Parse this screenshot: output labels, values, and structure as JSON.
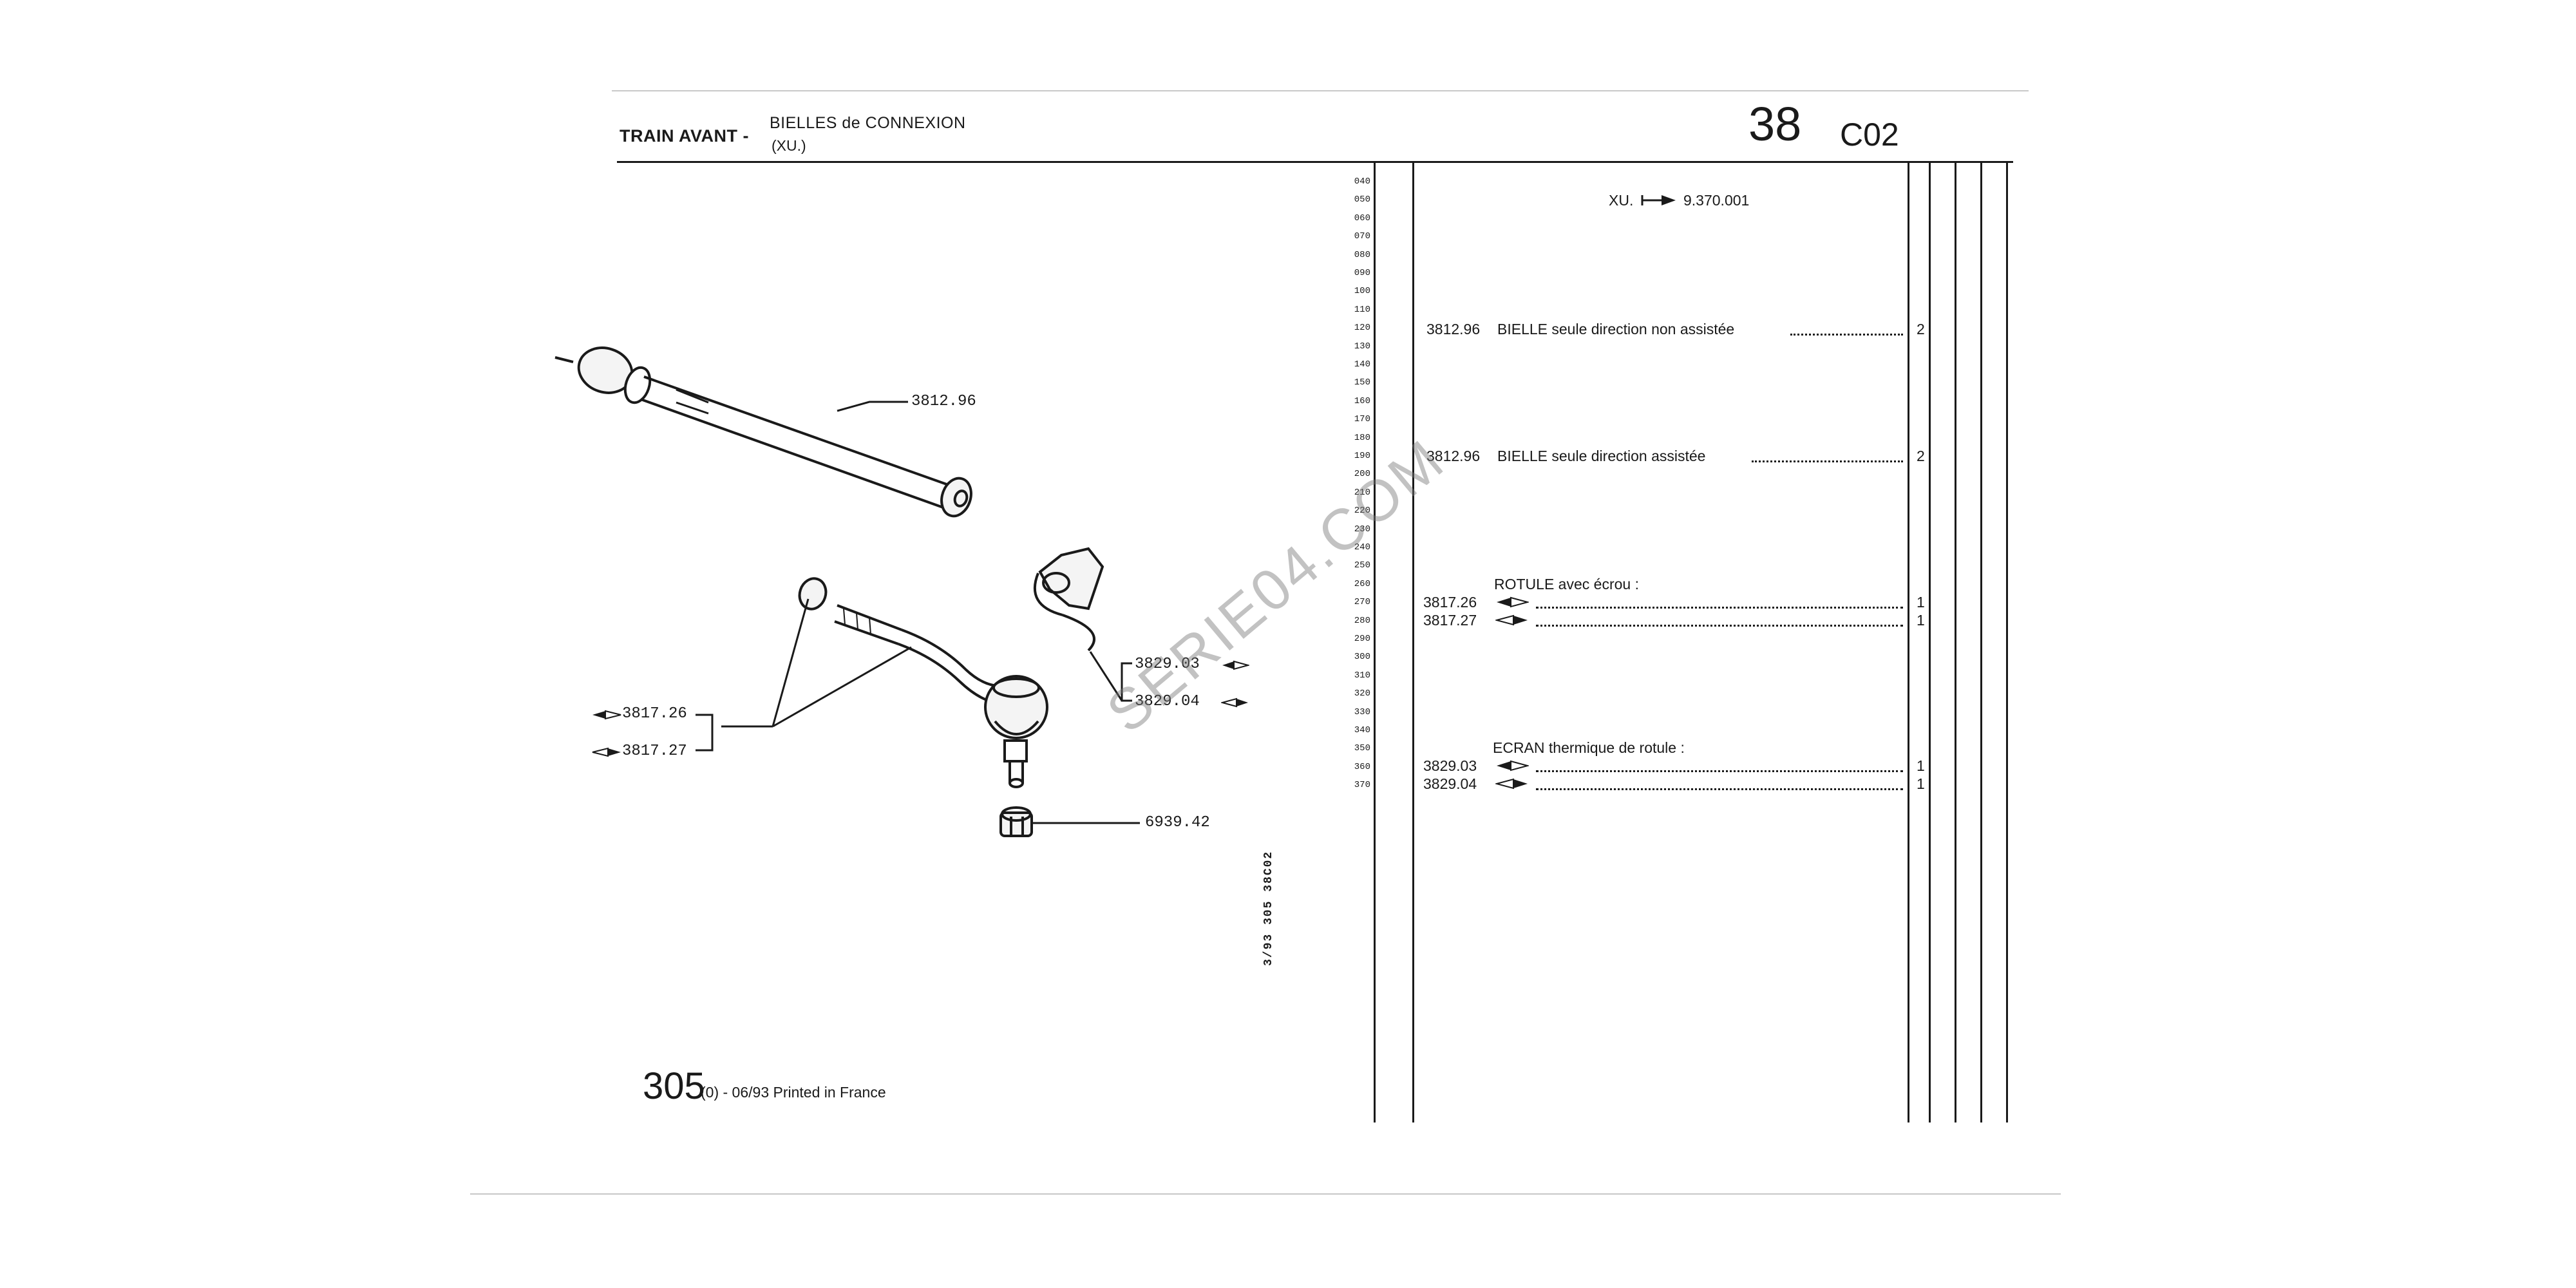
{
  "header": {
    "section": "TRAIN AVANT -",
    "subtitle": "BIELLES de CONNEXION",
    "engine": "(XU.)",
    "page_number": "38",
    "page_code": "C02"
  },
  "row_numbers": [
    "040",
    "050",
    "060",
    "070",
    "080",
    "090",
    "100",
    "110",
    "120",
    "130",
    "140",
    "150",
    "160",
    "170",
    "180",
    "190",
    "200",
    "210",
    "220",
    "230",
    "240",
    "250",
    "260",
    "270",
    "280",
    "290",
    "300",
    "310",
    "320",
    "330",
    "340",
    "350",
    "360",
    "370"
  ],
  "parts_list": {
    "serial_note": {
      "engine": "XU.",
      "serial": "9.370.001"
    },
    "entries": [
      {
        "ref": "3812.96",
        "desc": "BIELLE seule direction non assistée",
        "qty": "2"
      },
      {
        "ref": "3812.96",
        "desc": "BIELLE seule direction assistée",
        "qty": "2"
      }
    ],
    "groups": [
      {
        "heading": "ROTULE avec écrou :",
        "items": [
          {
            "ref": "3817.26",
            "side": "left",
            "qty": "1"
          },
          {
            "ref": "3817.27",
            "side": "right",
            "qty": "1"
          }
        ]
      },
      {
        "heading": "ECRAN thermique de rotule :",
        "items": [
          {
            "ref": "3829.03",
            "side": "left",
            "qty": "1"
          },
          {
            "ref": "3829.04",
            "side": "right",
            "qty": "1"
          }
        ]
      }
    ]
  },
  "diagram": {
    "callouts": {
      "tie_rod": "3812.96",
      "ball_joint_left": "3817.26",
      "ball_joint_right": "3817.27",
      "heat_shield_left": "3829.03",
      "heat_shield_right": "3829.04",
      "nut": "6939.42"
    }
  },
  "vertical_reference": "3/93 305 38C02",
  "footer": {
    "model": "305",
    "text": "(0) - 06/93 Printed in France"
  },
  "watermark": "SERIE04.COM"
}
